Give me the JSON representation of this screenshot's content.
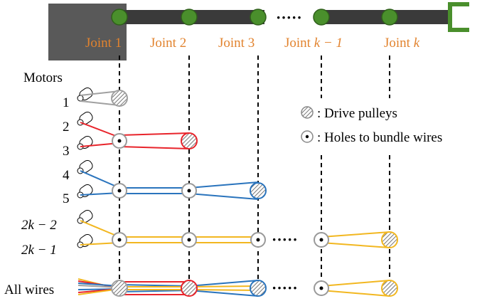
{
  "joints": [
    {
      "label": "Joint 1"
    },
    {
      "label": "Joint 2"
    },
    {
      "label": "Joint 3"
    },
    {
      "label_text": "Joint ",
      "label_math": "k − 1"
    },
    {
      "label_text": "Joint ",
      "label_math": "k"
    }
  ],
  "arm_ellipsis": "·····",
  "left_labels": {
    "motors": "Motors",
    "row1": "1",
    "row2": "2",
    "row3": "3",
    "row4": "4",
    "row5": "5",
    "row6": "2k − 2",
    "row7": "2k − 1",
    "all_wires": "All wires"
  },
  "legend": {
    "drive_pulleys": ": Drive pulleys",
    "holes": ": Holes to bundle wires"
  },
  "row_ellipsis": "·····",
  "colors": {
    "arm_box": "#595959",
    "arm_link": "#3a3a3a",
    "joint_node": "#4a8f2c",
    "joint_label": "#E2832E",
    "gripper": "#4a8f2c",
    "wire_grey": "#a0a0a0",
    "wire_red": "#e8242b",
    "wire_blue": "#2a74bd",
    "wire_yellow": "#f2b720"
  }
}
